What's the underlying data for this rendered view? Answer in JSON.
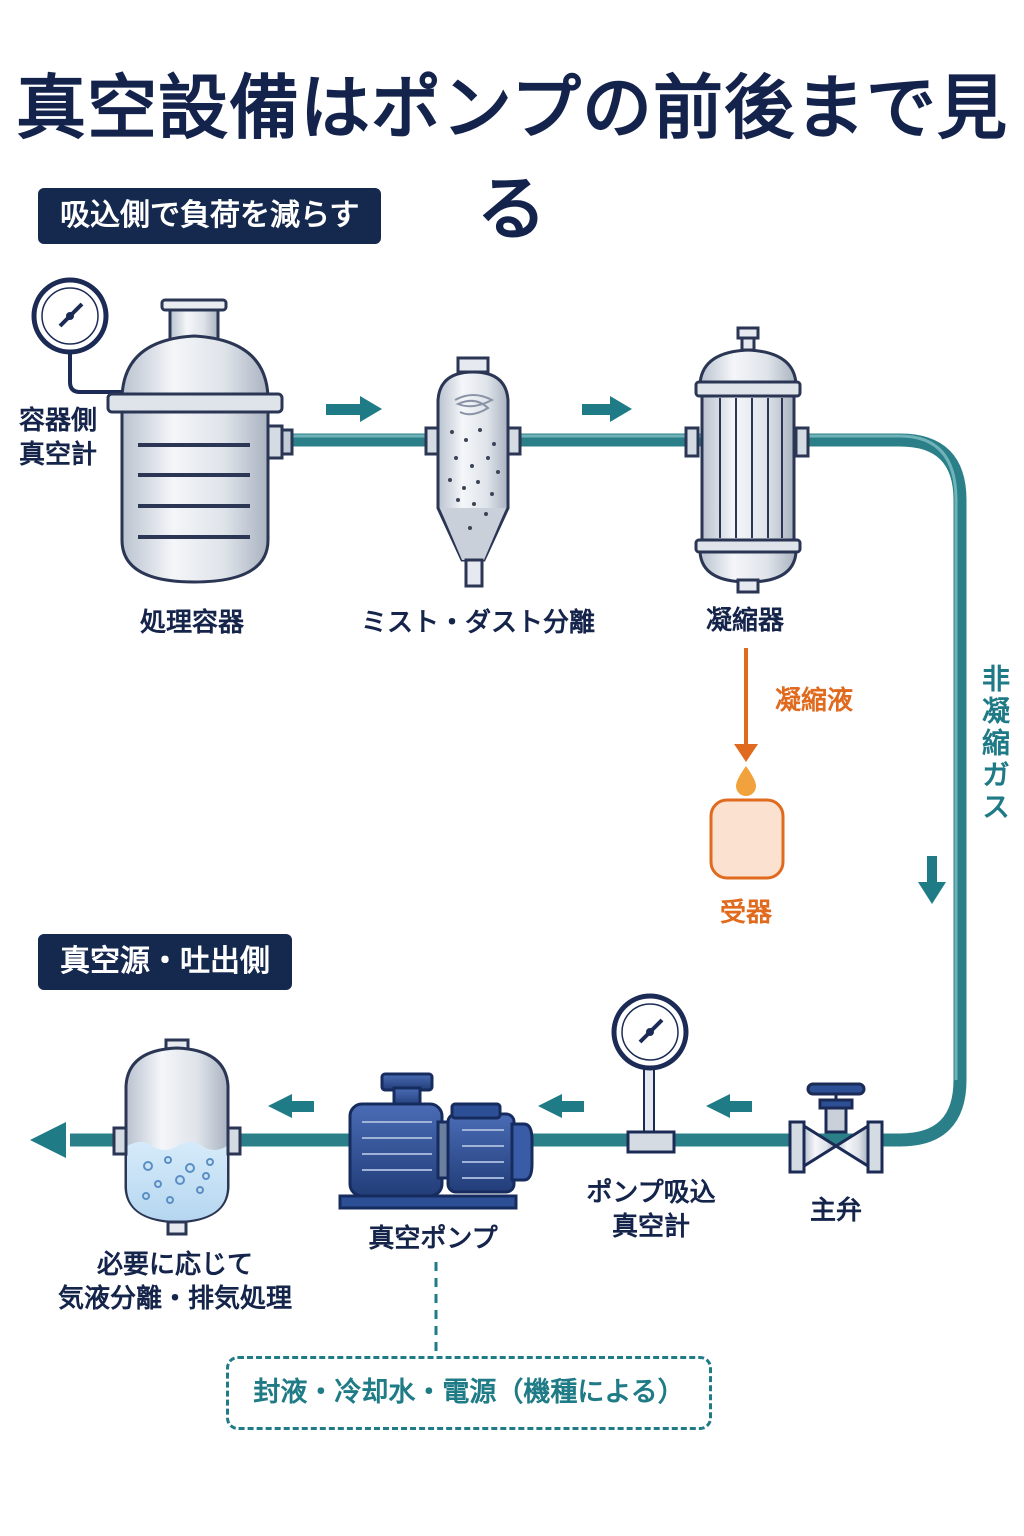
{
  "title": "真空設備はポンプの前後まで見る",
  "sections": {
    "suction": "吸込側で負荷を減らす",
    "source": "真空源・吐出側"
  },
  "components": {
    "process_vessel": "処理容器",
    "vessel_gauge": "容器側\n真空計",
    "separator": "ミスト・ダスト分離",
    "condenser": "凝縮器",
    "condensate": "凝縮液",
    "receiver": "受器",
    "non_condensable_gas": "非凝縮ガス",
    "main_valve": "主弁",
    "pump_gauge": "ポンプ吸込\n真空計",
    "vacuum_pump": "真空ポンプ",
    "exhaust_treatment": "必要に応じて\n気液分離・排気処理",
    "utilities": "封液・冷却水・電源（機種による）"
  },
  "colors": {
    "navy": "#15284e",
    "teal": "#1f7b86",
    "orange": "#e06a1e",
    "pump_blue": "#2d4f95"
  }
}
